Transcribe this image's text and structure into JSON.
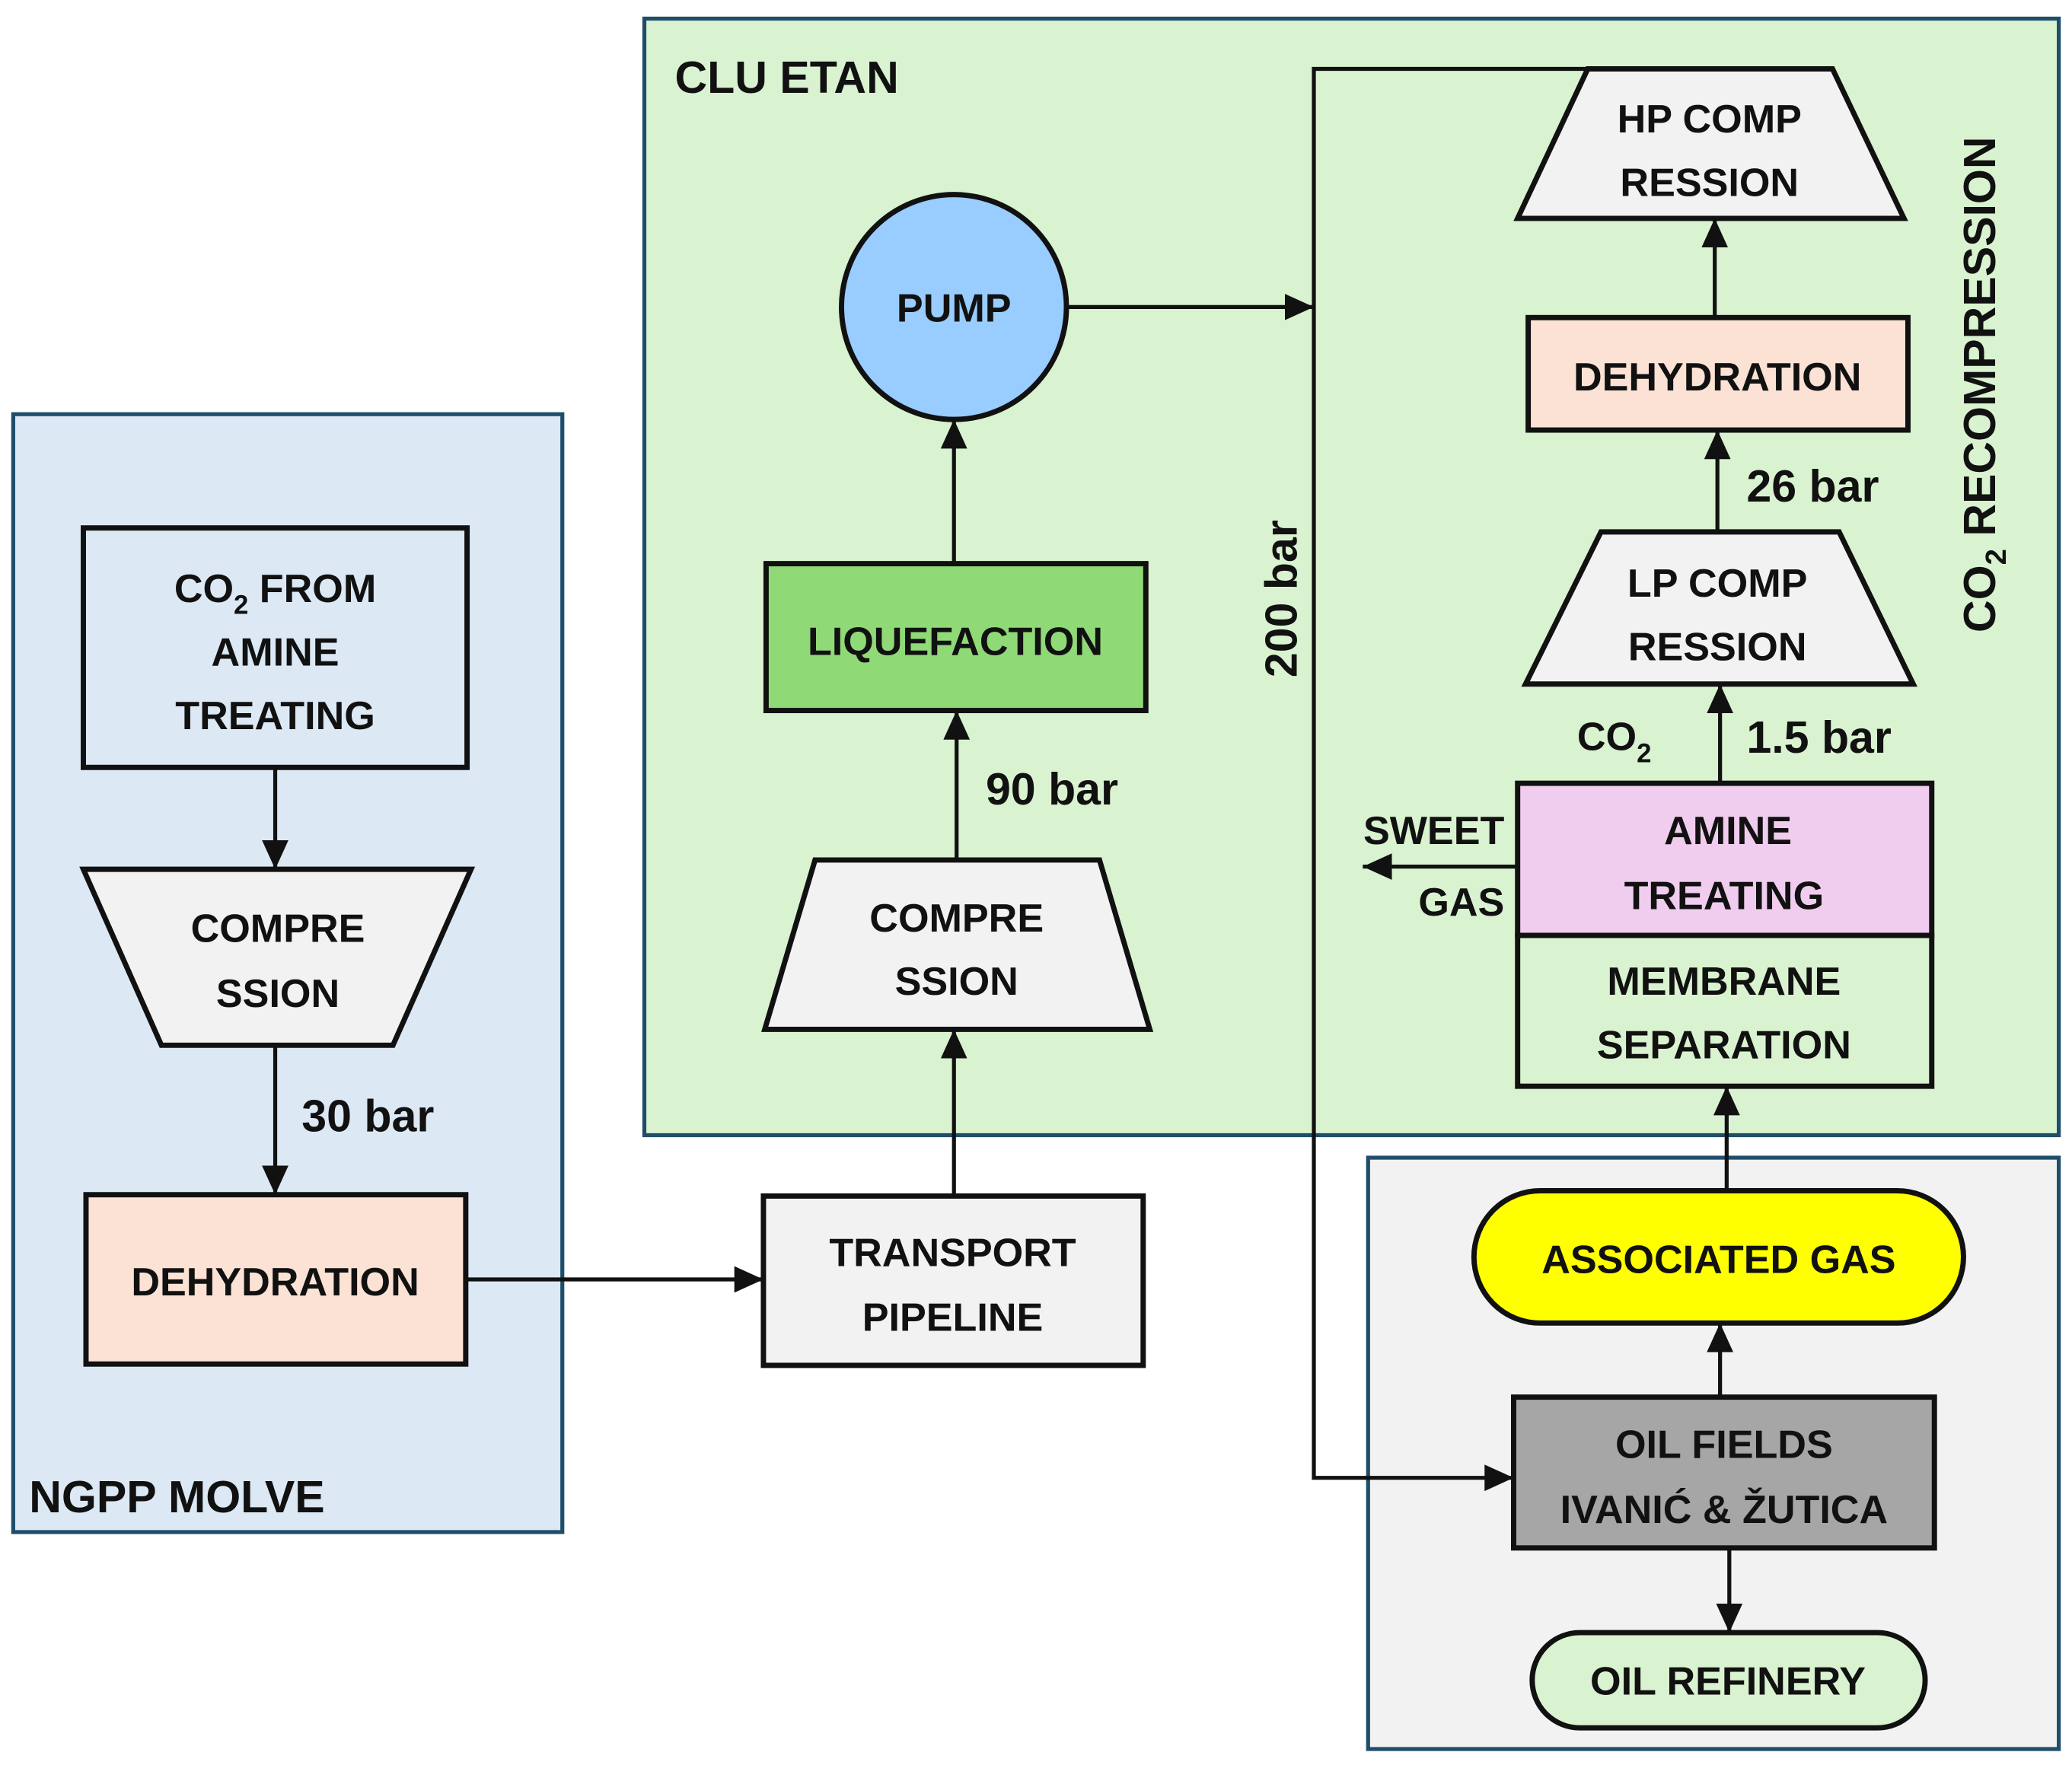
{
  "colors": {
    "panel_border": "#1f4e6b",
    "ngpp_fill": "#dce9f5",
    "clu_fill": "#d9f2d0",
    "oil_panel_fill": "#f2f2f2",
    "box_gray": "#f2f2f2",
    "dehydration": "#fbe2d5",
    "liquefaction": "#8fd977",
    "pump": "#99ccff",
    "amine": "#f0cdee",
    "membrane": "#d9f2d0",
    "associated_gas": "#ffff00",
    "oil_fields": "#a6a6a6",
    "oil_refinery": "#d9f2d0"
  },
  "panels": {
    "ngpp": "NGPP MOLVE",
    "clu": "CLU ETAN",
    "recompression": {
      "prefix": "CO",
      "sub": "2",
      "suffix": " RECOMPRESSION"
    }
  },
  "nodes": {
    "co2_source": {
      "line1_prefix": "CO",
      "line1_sub": "2",
      "line1_suffix": " FROM",
      "line2": "AMINE",
      "line3": "TREATING"
    },
    "compression_ngpp": {
      "line1": "COMPRE",
      "line2": "SSION"
    },
    "dehydration_ngpp": {
      "line1": "DEHYDRATION"
    },
    "transport_pipeline": {
      "line1": "TRANSPORT",
      "line2": "PIPELINE"
    },
    "compression_clu": {
      "line1": "COMPRE",
      "line2": "SSION"
    },
    "liquefaction": {
      "line1": "LIQUEFACTION"
    },
    "pump": {
      "line1": "PUMP"
    },
    "hp_compression": {
      "line1": "HP COMP",
      "line2": "RESSION"
    },
    "dehydration_recomp": {
      "line1": "DEHYDRATION"
    },
    "lp_compression": {
      "line1": "LP COMP",
      "line2": "RESSION"
    },
    "amine_treating": {
      "line1": "AMINE",
      "line2": "TREATING"
    },
    "membrane_separation": {
      "line1": "MEMBRANE",
      "line2": "SEPARATION"
    },
    "associated_gas": {
      "line1": "ASSOCIATED GAS"
    },
    "oil_fields": {
      "line1": "OIL FIELDS",
      "line2": "IVANIĆ & ŽUTICA"
    },
    "oil_refinery": {
      "line1": "OIL REFINERY"
    }
  },
  "flow_labels": {
    "p30": "30 bar",
    "p90": "90 bar",
    "p200": "200 bar",
    "p26": "26 bar",
    "p1_5": "1.5 bar",
    "co2": {
      "prefix": "CO",
      "sub": "2"
    },
    "sweet_gas_1": "SWEET",
    "sweet_gas_2": "GAS"
  }
}
